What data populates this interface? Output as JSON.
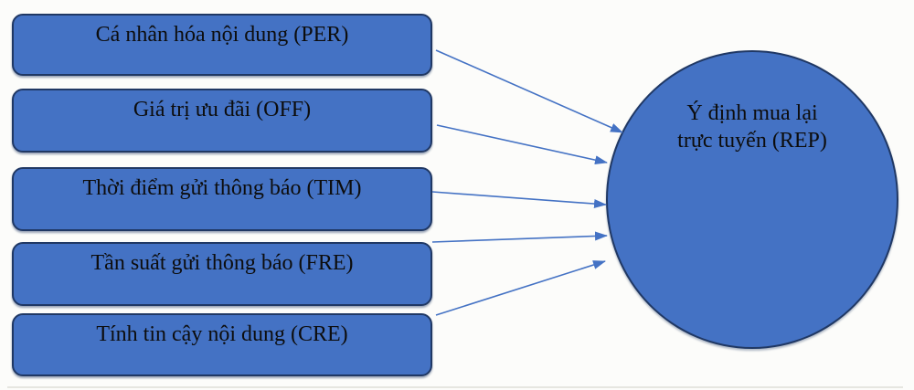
{
  "diagram": {
    "title": "",
    "factors": [
      {
        "id": "PER",
        "label": "Cá nhân hóa nội dung (PER)"
      },
      {
        "id": "OFF",
        "label": "Giá trị ưu đãi (OFF)"
      },
      {
        "id": "TIM",
        "label": "Thời điểm gửi thông báo (TIM)"
      },
      {
        "id": "FRE",
        "label": "Tần suất gửi thông báo (FRE)"
      },
      {
        "id": "CRE",
        "label": "Tính tin cậy nội dung (CRE)"
      }
    ],
    "outcome": {
      "id": "REP",
      "label": "Ý định mua lại trực tuyến (REP)",
      "label_line1": "Ý định mua lại",
      "label_line2": "trực tuyến (REP)"
    },
    "edges": [
      {
        "from": "PER",
        "to": "REP"
      },
      {
        "from": "OFF",
        "to": "REP"
      },
      {
        "from": "TIM",
        "to": "REP"
      },
      {
        "from": "FRE",
        "to": "REP"
      },
      {
        "from": "CRE",
        "to": "REP"
      }
    ],
    "colors": {
      "shape_fill": "#4472C4",
      "shape_border": "#203864",
      "arrow": "#4472C4",
      "text": "#0D0D0D",
      "background": "#FCFCFA"
    }
  }
}
